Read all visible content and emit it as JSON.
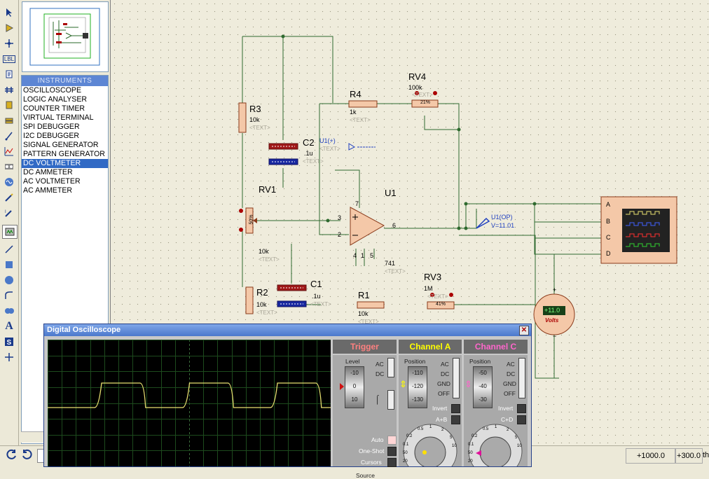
{
  "toolbar": {
    "icons": [
      "pointer-icon",
      "component-icon",
      "junction-icon",
      "label-icon",
      "text-script-icon",
      "bus-icon",
      "subcircuit-icon",
      "terminal-icon",
      "pin-icon",
      "graph-icon",
      "tape-icon",
      "generator-icon",
      "probe-icon",
      "current-probe-icon",
      "instrument-icon",
      "line-icon",
      "box-icon",
      "circle-icon",
      "arc-icon",
      "path-icon",
      "text-icon",
      "symbol-icon",
      "marker-icon"
    ],
    "label_icon_text": "LBL"
  },
  "instruments": {
    "header": "INSTRUMENTS",
    "items": [
      "OSCILLOSCOPE",
      "LOGIC ANALYSER",
      "COUNTER TIMER",
      "VIRTUAL TERMINAL",
      "SPI DEBUGGER",
      "I2C DEBUGGER",
      "SIGNAL GENERATOR",
      "PATTERN GENERATOR",
      "DC VOLTMETER",
      "DC AMMETER",
      "AC VOLTMETER",
      "AC AMMETER"
    ],
    "selected_index": 8
  },
  "schematic": {
    "R3": {
      "ref": "R3",
      "value": "10k",
      "text": "<TEXT>"
    },
    "C2": {
      "ref": "C2",
      "value": ".1u",
      "text": "<TEXT>"
    },
    "R4": {
      "ref": "R4",
      "value": "1k",
      "text": "<TEXT>"
    },
    "RV4": {
      "ref": "RV4",
      "value": "100k",
      "text": "<TEXT>",
      "percent": "21%"
    },
    "probe_plus": {
      "label": "U1(+)",
      "text": "<TEXT>"
    },
    "U1": {
      "ref": "U1",
      "part": "741",
      "text": "<TEXT>",
      "pin3": "3",
      "pin2": "2",
      "pin6": "6",
      "pin7": "7",
      "pin4": "4",
      "pin1": "1",
      "pin5": "5"
    },
    "RV1": {
      "ref": "RV1",
      "value": "10k",
      "text": "<TEXT>",
      "percent": "50%"
    },
    "probe_op": {
      "label": "U1(OP)",
      "reading": "V=11.01"
    },
    "R2": {
      "ref": "R2",
      "value": "10k",
      "text": "<TEXT>"
    },
    "C1": {
      "ref": "C1",
      "value": ".1u",
      "text": "<TEXT>"
    },
    "R1": {
      "ref": "R1",
      "value": "10k",
      "text": "<TEXT>"
    },
    "RV3": {
      "ref": "RV3",
      "value": "1M",
      "text": "<TEXT>",
      "percent": "41%"
    },
    "scope_channels": [
      "A",
      "B",
      "C",
      "D"
    ],
    "voltmeter": {
      "reading": "+11.0",
      "unit": "Volts",
      "plus": "+",
      "minus": "−"
    }
  },
  "oscilloscope": {
    "title": "Digital Oscilloscope",
    "close": "✕",
    "trigger": {
      "header": "Trigger",
      "level_label": "Level",
      "level_ticks": [
        "-10",
        "0",
        "10"
      ],
      "coupling": [
        "AC",
        "DC"
      ],
      "modes": [
        "Auto",
        "One-Shot",
        "Cursors"
      ],
      "source_label": "Source"
    },
    "channel_a": {
      "header": "Channel A",
      "position_label": "Position",
      "position_ticks": [
        "-110",
        "-120",
        "-130"
      ],
      "coupling": [
        "AC",
        "DC",
        "GND",
        "OFF"
      ],
      "invert": "Invert",
      "combine": "A+B",
      "dial": [
        "0.5",
        "0.2",
        "0.1",
        "50",
        "20",
        "1",
        "2",
        "5",
        "10"
      ]
    },
    "channel_c": {
      "header": "Channel C",
      "position_label": "Position",
      "position_ticks": [
        "-50",
        "-40",
        "-30"
      ],
      "coupling": [
        "AC",
        "DC",
        "GND",
        "OFF"
      ],
      "invert": "Invert",
      "combine": "C+D",
      "dial": [
        "0.5",
        "0.2",
        "0.1",
        "50",
        "20",
        "1",
        "2",
        "5",
        "10"
      ]
    },
    "colors": {
      "trace_a": "#e8e070",
      "channel_a": "#ffff00",
      "channel_c": "#ff66cc",
      "trigger": "#ff8080"
    }
  },
  "statusbar": {
    "coord_x": "+1000.0",
    "coord_y": "+300.0",
    "unit": "th"
  }
}
